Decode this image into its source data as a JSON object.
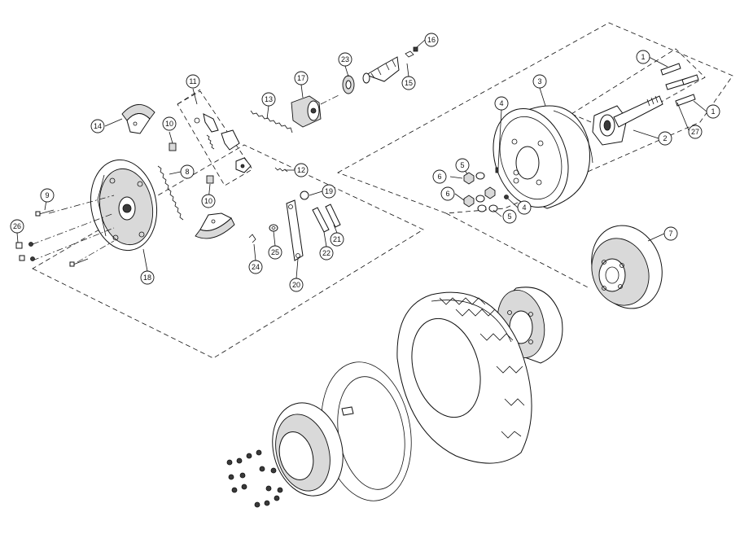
{
  "diagram": {
    "type": "exploded-parts-view",
    "callouts": [
      {
        "id": "c1a",
        "label": "1"
      },
      {
        "id": "c1b",
        "label": "1"
      },
      {
        "id": "c2",
        "label": "2"
      },
      {
        "id": "c3",
        "label": "3"
      },
      {
        "id": "c4a",
        "label": "4"
      },
      {
        "id": "c4b",
        "label": "4"
      },
      {
        "id": "c5a",
        "label": "5"
      },
      {
        "id": "c5b",
        "label": "5"
      },
      {
        "id": "c6a",
        "label": "6"
      },
      {
        "id": "c6b",
        "label": "6"
      },
      {
        "id": "c7",
        "label": "7"
      },
      {
        "id": "c8",
        "label": "8"
      },
      {
        "id": "c9",
        "label": "9"
      },
      {
        "id": "c10a",
        "label": "10"
      },
      {
        "id": "c10b",
        "label": "10"
      },
      {
        "id": "c11",
        "label": "11"
      },
      {
        "id": "c12",
        "label": "12"
      },
      {
        "id": "c13",
        "label": "13"
      },
      {
        "id": "c14",
        "label": "14"
      },
      {
        "id": "c15",
        "label": "15"
      },
      {
        "id": "c16",
        "label": "16"
      },
      {
        "id": "c17",
        "label": "17"
      },
      {
        "id": "c18",
        "label": "18"
      },
      {
        "id": "c19",
        "label": "19"
      },
      {
        "id": "c20",
        "label": "20"
      },
      {
        "id": "c21",
        "label": "21"
      },
      {
        "id": "c22",
        "label": "22"
      },
      {
        "id": "c23",
        "label": "23"
      },
      {
        "id": "c24",
        "label": "24"
      },
      {
        "id": "c25",
        "label": "25"
      },
      {
        "id": "c26",
        "label": "26"
      },
      {
        "id": "c27",
        "label": "27"
      }
    ]
  }
}
